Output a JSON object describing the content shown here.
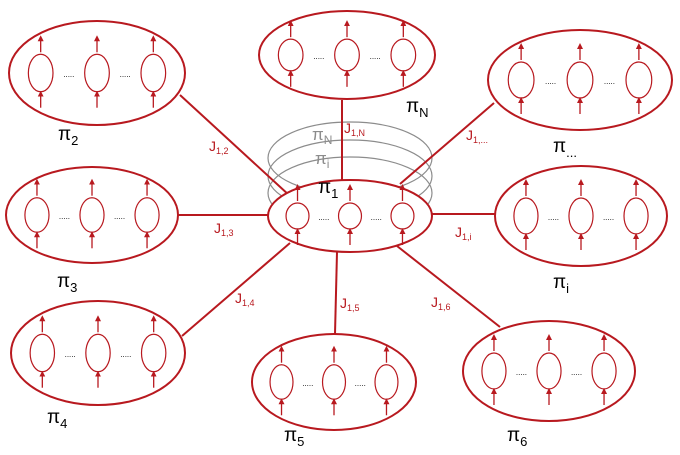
{
  "colors": {
    "accent": "#b8191f",
    "ghost": "#8c8c8c",
    "background": "#ffffff"
  },
  "clusters": {
    "c1": {
      "name": "π",
      "sub": "1"
    },
    "c2": {
      "name": "π",
      "sub": "2"
    },
    "c3": {
      "name": "π",
      "sub": "3"
    },
    "c4": {
      "name": "π",
      "sub": "4"
    },
    "c5": {
      "name": "π",
      "sub": "5"
    },
    "c6": {
      "name": "π",
      "sub": "6"
    },
    "ci": {
      "name": "π",
      "sub": "i"
    },
    "cN": {
      "name": "π",
      "sub": "N"
    },
    "cdots": {
      "name": "π",
      "sub": "..."
    }
  },
  "ghost_labels": {
    "gN": {
      "name": "π",
      "sub": "N"
    },
    "gi": {
      "name": "π",
      "sub": "i"
    }
  },
  "couplings": {
    "j12": {
      "name": "J",
      "sub": "1,2"
    },
    "j13": {
      "name": "J",
      "sub": "1,3"
    },
    "j14": {
      "name": "J",
      "sub": "1,4"
    },
    "j15": {
      "name": "J",
      "sub": "1,5"
    },
    "j16": {
      "name": "J",
      "sub": "1,6"
    },
    "j1i": {
      "name": "J",
      "sub": "1,i"
    },
    "j1N": {
      "name": "J",
      "sub": "1,N"
    },
    "j1dots": {
      "name": "J",
      "sub": "1,..."
    }
  },
  "ellipsis": "....."
}
